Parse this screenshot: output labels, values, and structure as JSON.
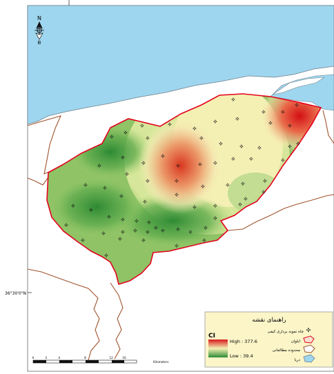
{
  "north_arrow": {
    "top_letter": "N",
    "bottom_letter": "B"
  },
  "latitude_label": "36°30'0\"N",
  "legend": {
    "title": "راهنمای نقشه",
    "items": [
      {
        "label": "چاه نمونه برداری کیفی",
        "symbol": "well"
      },
      {
        "label": "ایلوان",
        "symbol": "aquifer"
      },
      {
        "label": "محدوده مطالعاتی",
        "symbol": "study-area"
      },
      {
        "label": "دریا",
        "symbol": "sea"
      }
    ],
    "ci": {
      "name": "CI",
      "high_label": "High : 377.6",
      "low_label": "Low : 39.4",
      "high": 377.6,
      "low": 39.4
    }
  },
  "scale_bar": {
    "ticks": [
      "0",
      "2",
      "4",
      "",
      "8",
      "",
      "12",
      "16"
    ],
    "unit": "Kilometers"
  },
  "colors": {
    "sea": "#9fd6ef",
    "high": "#d7191c",
    "mid": "#f4f0b4",
    "low": "#2e8b37",
    "boundary": "#e3001b",
    "study_boundary": "#a0522d",
    "legend_bg": "#fbf5c8"
  }
}
